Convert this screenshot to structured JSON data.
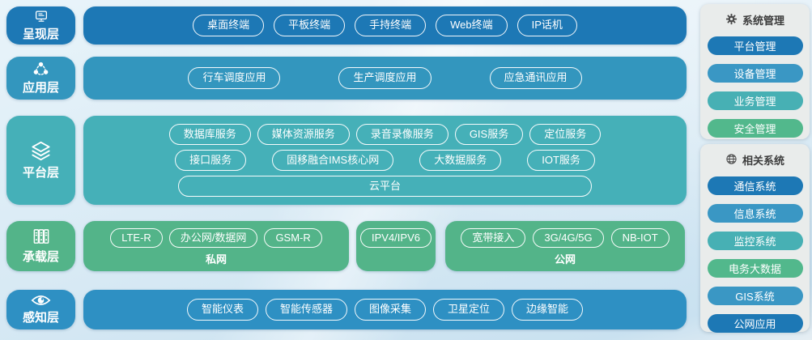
{
  "layers": [
    {
      "label": "呈现层",
      "icon": "monitor-icon",
      "color": "#1d78b5",
      "items": [
        "桌面终端",
        "平板终端",
        "手持终端",
        "Web终端",
        "IP话机"
      ]
    },
    {
      "label": "应用层",
      "icon": "share-network-icon",
      "color": "#3396be",
      "items": [
        "行车调度应用",
        "生产调度应用",
        "应急通讯应用"
      ]
    },
    {
      "label": "平台层",
      "icon": "layers-icon",
      "color": "#45b0b8",
      "rows": [
        [
          "数据库服务",
          "媒体资源服务",
          "录音录像服务",
          "GIS服务",
          "定位服务"
        ],
        [
          "接口服务",
          "固移融合IMS核心网",
          "大数据服务",
          "IOT服务"
        ],
        [
          "云平台"
        ]
      ]
    },
    {
      "label": "承载层",
      "icon": "server-rack-icon",
      "color": "#53b489",
      "groups": [
        {
          "label": "私网",
          "items": [
            "LTE-R",
            "办公网/数据网",
            "GSM-R"
          ]
        },
        {
          "label": "",
          "items": [
            "IPV4/IPV6"
          ]
        },
        {
          "label": "公网",
          "items": [
            "宽带接入",
            "3G/4G/5G",
            "NB-IOT"
          ]
        }
      ]
    },
    {
      "label": "感知层",
      "icon": "eye-icon",
      "color": "#2e90c3",
      "items": [
        "智能仪表",
        "智能传感器",
        "图像采集",
        "卫星定位",
        "边缘智能"
      ]
    }
  ],
  "sidebar": {
    "system_management": {
      "title": "系统管理",
      "icon": "gear-icon",
      "items": [
        {
          "label": "平台管理",
          "color": "#1d78b5"
        },
        {
          "label": "设备管理",
          "color": "#3a97c4"
        },
        {
          "label": "业务管理",
          "color": "#47b0b4"
        },
        {
          "label": "安全管理",
          "color": "#52b88c"
        }
      ]
    },
    "related_systems": {
      "title": "相关系统",
      "icon": "globe-icon",
      "items": [
        {
          "label": "通信系统",
          "color": "#1d78b5"
        },
        {
          "label": "信息系统",
          "color": "#3a97c4"
        },
        {
          "label": "监控系统",
          "color": "#47b0b4"
        },
        {
          "label": "电务大数据",
          "color": "#52b88c"
        },
        {
          "label": "GIS系统",
          "color": "#3a97c4"
        },
        {
          "label": "公网应用",
          "color": "#1d78b5"
        }
      ]
    }
  }
}
